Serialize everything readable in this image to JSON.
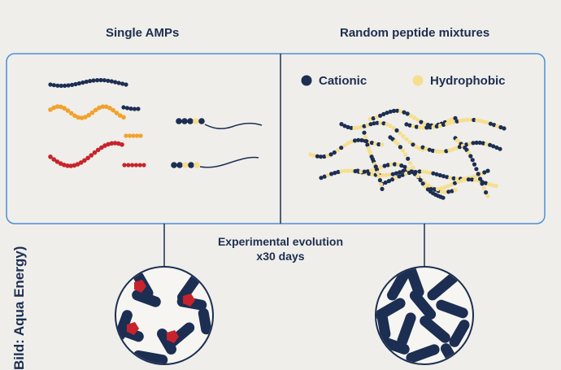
{
  "panels": {
    "single_amps_title": "Single AMPs",
    "random_mixtures_title": "Random peptide mixtures"
  },
  "legend": {
    "cationic": "Cationic",
    "hydrophobic": "Hydrophobic"
  },
  "evolution": {
    "line1": "Experimental evolution",
    "line2": "x30 days"
  },
  "credit": "Bild: Aqua Energy)",
  "colors": {
    "background": "#efeeea",
    "navy": "#1c2e52",
    "frame_blue": "#4d8fd6",
    "orange": "#f2a12a",
    "red": "#c8232c",
    "hydrophobic_yellow": "#f6de8e"
  }
}
